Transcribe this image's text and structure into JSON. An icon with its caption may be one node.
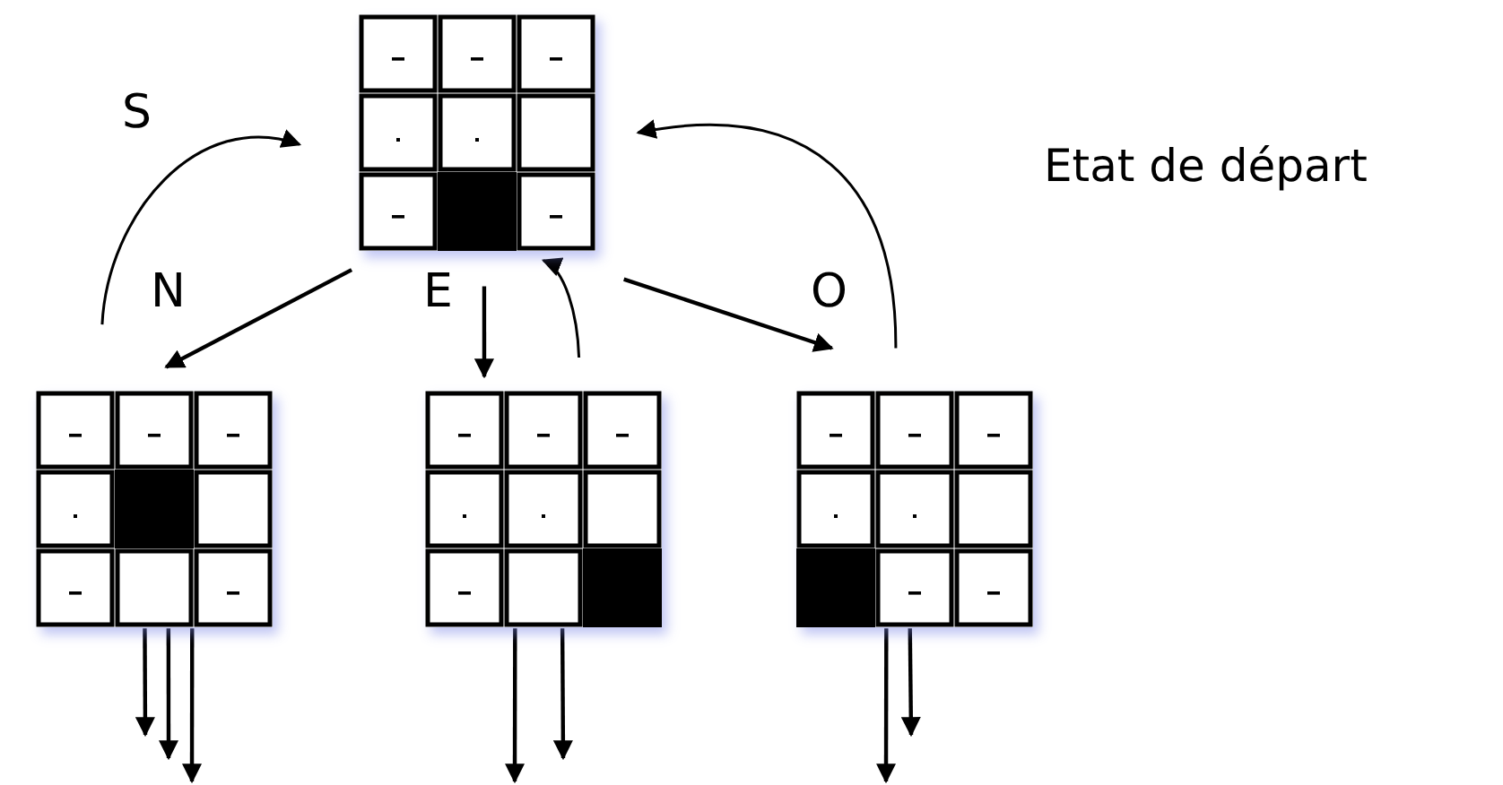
{
  "diagram": {
    "nodes": [
      {
        "text": [],
        "shape": "grid"
      },
      {
        "text": [],
        "shape": "grid"
      },
      {
        "text": [],
        "shape": "grid"
      },
      {
        "text": [],
        "shape": "grid"
      }
    ],
    "edges": [
      {
        "from": 0,
        "to": 1,
        "arrow": "to",
        "label": "N"
      },
      {
        "from": 0,
        "to": 2,
        "arrow": "to",
        "label": "E"
      },
      {
        "from": 0,
        "to": 3,
        "arrow": "to",
        "label": "O"
      },
      {
        "from": 1,
        "to": 0,
        "arrow": "to",
        "label": "S"
      },
      {
        "from": 2,
        "to": 0,
        "arrow": "to"
      },
      {
        "from": 3,
        "to": 0,
        "arrow": "to"
      },
      {
        "from": 1,
        "to": null,
        "arrow": "to"
      },
      {
        "from": 1,
        "to": null,
        "arrow": "to"
      },
      {
        "from": 1,
        "to": null,
        "arrow": "to"
      },
      {
        "from": 2,
        "to": null,
        "arrow": "to"
      },
      {
        "from": 2,
        "to": null,
        "arrow": "to"
      },
      {
        "from": 3,
        "to": null,
        "arrow": "to"
      },
      {
        "from": 3,
        "to": null,
        "arrow": "to"
      }
    ],
    "labels": [
      "Etat de départ"
    ]
  }
}
